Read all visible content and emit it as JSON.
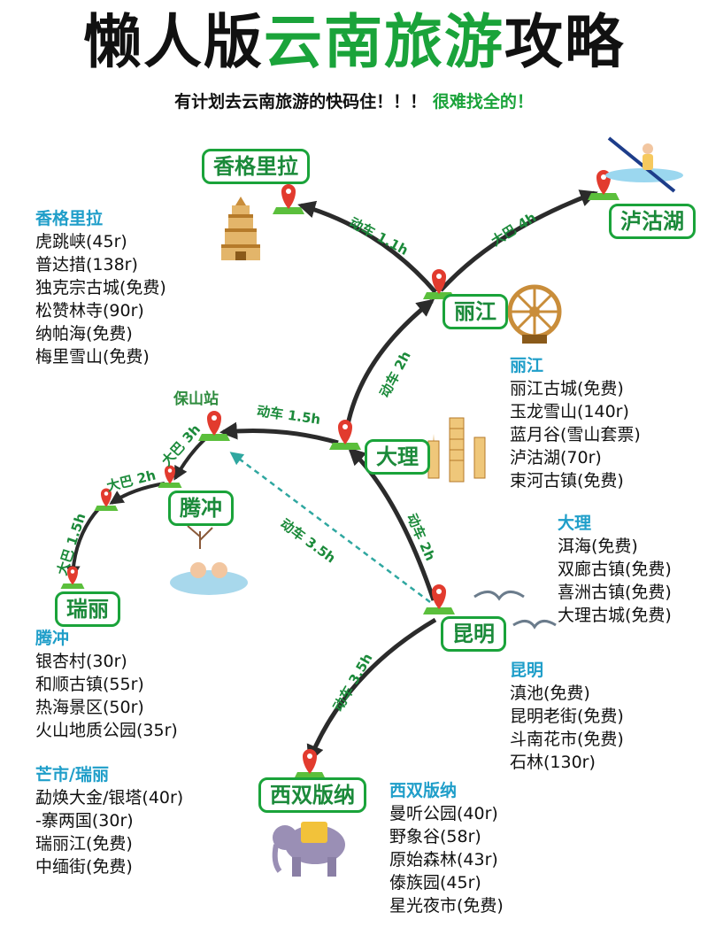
{
  "title": {
    "part1": "懒人版",
    "part2": "云南旅游",
    "part3": "攻略"
  },
  "subtitle": {
    "main": "有计划去云南旅游的快码住！！！",
    "highlight": "很难找全的！"
  },
  "colors": {
    "route_green": "#1aa33a",
    "heading_blue": "#1f9ec9",
    "arrow_dark": "#2b2b2b",
    "dashed_teal": "#2fa7a0"
  },
  "map": {
    "cities": {
      "shangrila": "香格里拉",
      "lugu": "泸沽湖",
      "lijiang": "丽江",
      "dali": "大理",
      "tengchong": "腾冲",
      "ruili": "瑞丽",
      "kunming": "昆明",
      "xishuangbanna": "西双版纳"
    },
    "station": "保山站",
    "routes": {
      "lijiang_shangrila": "动车 1.1h",
      "lijiang_lugu": "大巴 4h",
      "dali_lijiang": "动车 2h",
      "dali_baoshan": "动车 1.5h",
      "baoshan_tengchong": "大巴 3h",
      "tengchong_mid": "大巴 2h",
      "mid_ruili": "大巴 1.5h",
      "kunming_dali": "动车 2h",
      "kunming_baoshan": "动车 3.5h",
      "kunming_xishuangbanna": "动车 3.5h"
    },
    "icons": [
      "pagoda-icon",
      "kayak-icon",
      "waterwheel-icon",
      "three-pagodas-icon",
      "hot-spring-icon",
      "seagull-icon",
      "elephant-icon",
      "map-pin-icon"
    ]
  },
  "info": {
    "shangrila": {
      "heading": "香格里拉",
      "items": [
        "虎跳峡(45r)",
        "普达措(138r)",
        "独克宗古城(免费)",
        "松赞林寺(90r)",
        "纳帕海(免费)",
        "梅里雪山(免费)"
      ]
    },
    "lijiang": {
      "heading": "丽江",
      "items": [
        "丽江古城(免费)",
        "玉龙雪山(140r)",
        "蓝月谷(雪山套票)",
        "泸沽湖(70r)",
        "束河古镇(免费)"
      ]
    },
    "dali": {
      "heading": "大理",
      "items": [
        "洱海(免费)",
        "双廊古镇(免费)",
        "喜洲古镇(免费)",
        "大理古城(免费)"
      ]
    },
    "tengchong": {
      "heading": "腾冲",
      "items": [
        "银杏村(30r)",
        "和顺古镇(55r)",
        "热海景区(50r)",
        "火山地质公园(35r)"
      ]
    },
    "kunming": {
      "heading": "昆明",
      "items": [
        "滇池(免费)",
        "昆明老街(免费)",
        "斗南花市(免费)",
        "石林(130r)"
      ]
    },
    "mangshi": {
      "heading": "芒市/瑞丽",
      "items": [
        "勐焕大金/银塔(40r)",
        "-寨两国(30r)",
        "瑞丽江(免费)",
        "中缅街(免费)"
      ]
    },
    "xishuangbanna": {
      "heading": "西双版纳",
      "items": [
        "曼听公园(40r)",
        "野象谷(58r)",
        "原始森林(43r)",
        "傣族园(45r)",
        "星光夜市(免费)"
      ]
    }
  }
}
